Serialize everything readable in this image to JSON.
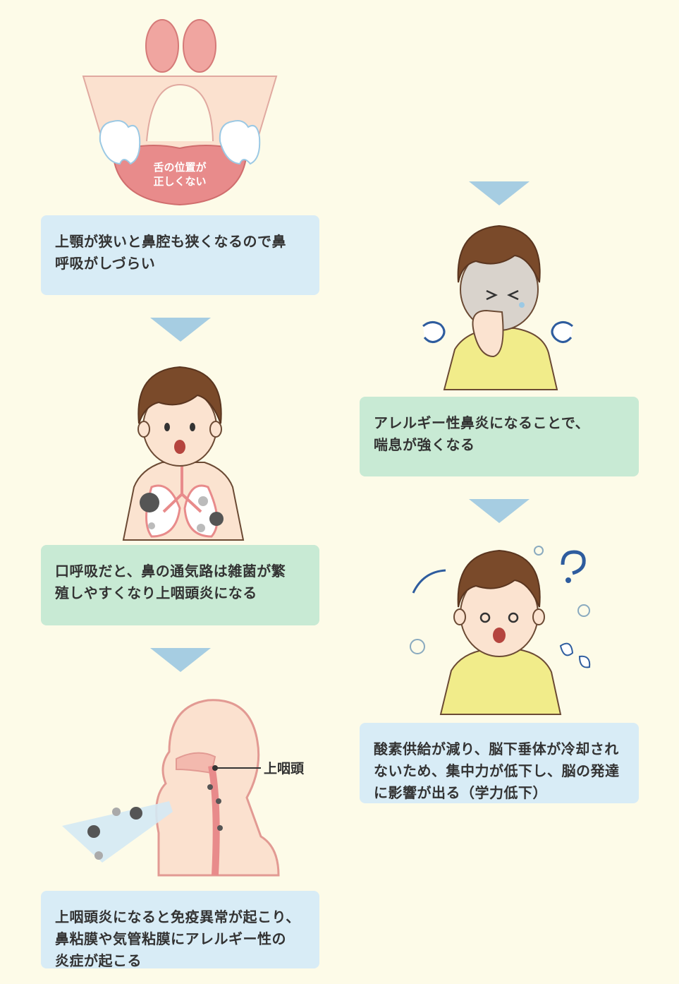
{
  "steps": {
    "s1": "上顎が狭いと鼻腔も狭くなるので鼻\n呼吸がしづらい",
    "s2": "口呼吸だと、鼻の通気路は雑菌が繁\n殖しやすくなり上咽頭炎になる",
    "s3": "上咽頭炎になると免疫異常が起こり、\n鼻粘膜や気管粘膜にアレルギー性の\n炎症が起こる",
    "s4": "アレルギー性鼻炎になることで、\n喘息が強くなる",
    "s5": "酸素供給が減り、脳下垂体が冷却され\nないため、集中力が低下し、脳の発達\nに影響が出る（学力低下）"
  },
  "labels": {
    "tongue_line1": "舌の位置が",
    "tongue_line2": "正しくない",
    "pharynx": "上咽頭"
  },
  "colors": {
    "background": "#fdfbe8",
    "box_blue": "#d8ecf6",
    "box_green": "#c8ead4",
    "arrow": "#a6cde2",
    "hair": "#7a4a2a",
    "skin": "#fbe3d0",
    "shirt": "#f1ec8a",
    "pink": "#e88b8b"
  }
}
